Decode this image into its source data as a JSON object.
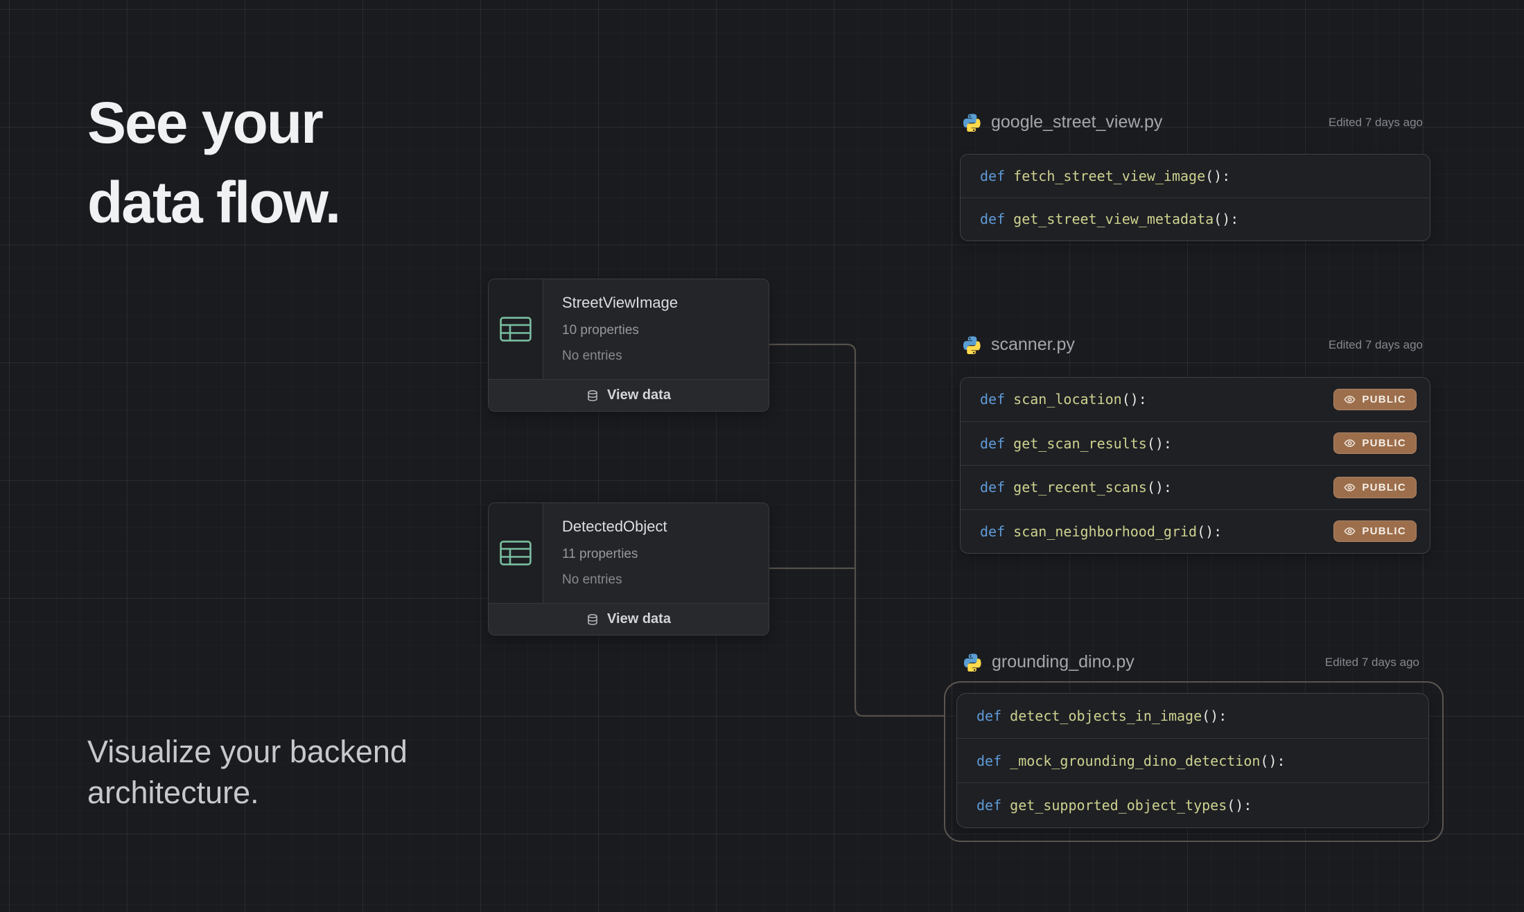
{
  "hero": {
    "title_line1": "See your",
    "title_line2": "data flow.",
    "subtitle_line1": "Visualize your backend",
    "subtitle_line2": "architecture."
  },
  "entities": [
    {
      "key": "street_view_image",
      "icon": "table-icon",
      "name": "StreetViewImage",
      "properties": "10 properties",
      "entries": "No entries",
      "action_icon": "database-icon",
      "action": "View data"
    },
    {
      "key": "detected_object",
      "icon": "table-icon",
      "name": "DetectedObject",
      "properties": "11 properties",
      "entries": "No entries",
      "action_icon": "database-icon",
      "action": "View data"
    }
  ],
  "files": [
    {
      "key": "google",
      "icon": "python-icon",
      "name": "google_street_view.py",
      "edited": "Edited 7 days ago",
      "highlighted": false,
      "functions": [
        {
          "keyword": "def ",
          "name": "fetch_street_view_image",
          "suffix": "():"
        },
        {
          "keyword": "def ",
          "name": "get_street_view_metadata",
          "suffix": "():"
        }
      ]
    },
    {
      "key": "scanner",
      "icon": "python-icon",
      "name": "scanner.py",
      "edited": "Edited 7 days ago",
      "highlighted": false,
      "functions": [
        {
          "keyword": "def ",
          "name": "scan_location",
          "suffix": "():",
          "visibility": "PUBLIC",
          "visibility_icon": "eye-icon"
        },
        {
          "keyword": "def ",
          "name": "get_scan_results",
          "suffix": "():",
          "visibility": "PUBLIC",
          "visibility_icon": "eye-icon"
        },
        {
          "keyword": "def ",
          "name": "get_recent_scans",
          "suffix": "():",
          "visibility": "PUBLIC",
          "visibility_icon": "eye-icon"
        },
        {
          "keyword": "def ",
          "name": "scan_neighborhood_grid",
          "suffix": "():",
          "visibility": "PUBLIC",
          "visibility_icon": "eye-icon"
        }
      ]
    },
    {
      "key": "dino",
      "icon": "python-icon",
      "name": "grounding_dino.py",
      "edited": "Edited 7 days ago",
      "highlighted": true,
      "functions": [
        {
          "keyword": "def ",
          "name": "detect_objects_in_image",
          "suffix": "():"
        },
        {
          "keyword": "def ",
          "name": "_mock_grounding_dino_detection",
          "suffix": "():"
        },
        {
          "keyword": "def ",
          "name": "get_supported_object_types",
          "suffix": "():"
        }
      ]
    }
  ],
  "colors": {
    "background": "#1a1b1f",
    "entity_icon_accent": "#79bfa0",
    "badge_background": "#9c6e4b",
    "code_keyword": "#5f9bd8",
    "code_function": "#ced28f",
    "connector": "#55504a"
  }
}
